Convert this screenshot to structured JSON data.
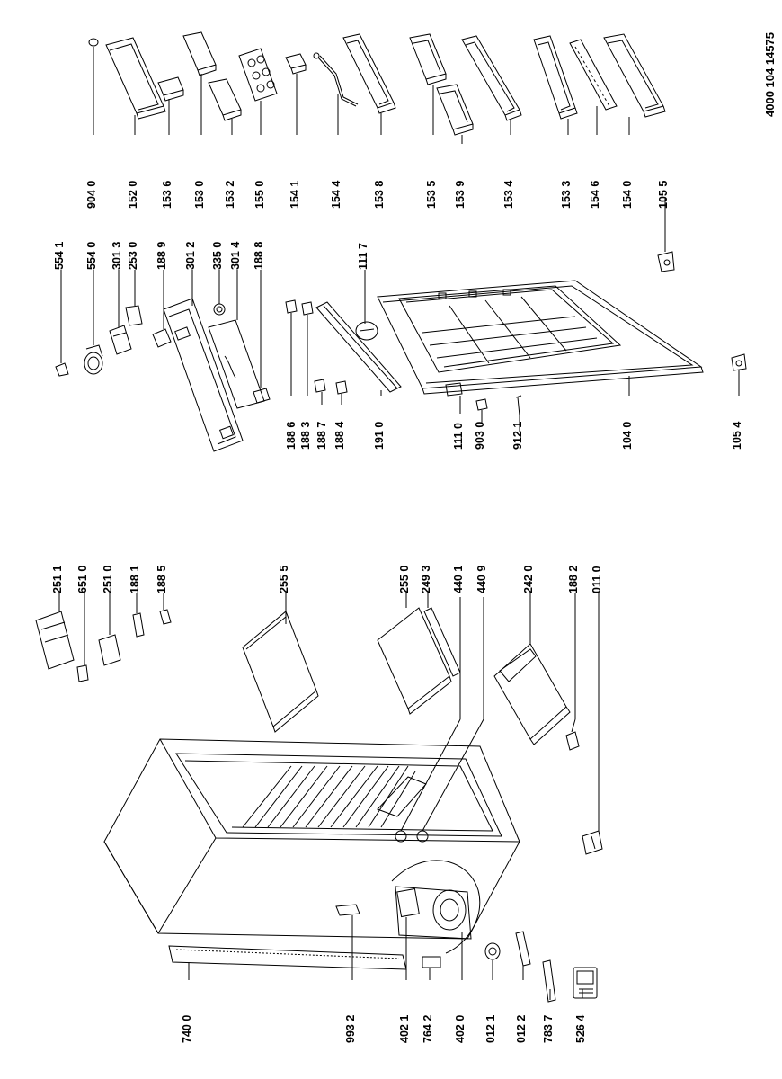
{
  "document_number": "4000 104 14575",
  "parts": [
    {
      "id": "p904-0",
      "label": "904 0"
    },
    {
      "id": "p152-0",
      "label": "152 0"
    },
    {
      "id": "p153-6",
      "label": "153 6"
    },
    {
      "id": "p153-0",
      "label": "153 0"
    },
    {
      "id": "p153-2",
      "label": "153 2"
    },
    {
      "id": "p155-0",
      "label": "155 0"
    },
    {
      "id": "p154-1",
      "label": "154 1"
    },
    {
      "id": "p154-4",
      "label": "154 4"
    },
    {
      "id": "p153-8",
      "label": "153 8"
    },
    {
      "id": "p153-5",
      "label": "153 5"
    },
    {
      "id": "p153-9",
      "label": "153 9"
    },
    {
      "id": "p153-4",
      "label": "153 4"
    },
    {
      "id": "p153-3",
      "label": "153 3"
    },
    {
      "id": "p154-6",
      "label": "154 6"
    },
    {
      "id": "p154-0",
      "label": "154 0"
    },
    {
      "id": "p105-5",
      "label": "105 5"
    },
    {
      "id": "p554-1",
      "label": "554 1"
    },
    {
      "id": "p554-0",
      "label": "554 0"
    },
    {
      "id": "p301-3",
      "label": "301 3"
    },
    {
      "id": "p253-0",
      "label": "253 0"
    },
    {
      "id": "p188-9",
      "label": "188 9"
    },
    {
      "id": "p301-2",
      "label": "301 2"
    },
    {
      "id": "p335-0",
      "label": "335 0"
    },
    {
      "id": "p301-4",
      "label": "301 4"
    },
    {
      "id": "p188-8",
      "label": "188 8"
    },
    {
      "id": "p111-7",
      "label": "111 7"
    },
    {
      "id": "p188-6",
      "label": "188 6"
    },
    {
      "id": "p188-3",
      "label": "188 3"
    },
    {
      "id": "p188-7",
      "label": "188 7"
    },
    {
      "id": "p188-4",
      "label": "188 4"
    },
    {
      "id": "p191-0",
      "label": "191 0"
    },
    {
      "id": "p111-0",
      "label": "111 0"
    },
    {
      "id": "p903-0",
      "label": "903 0"
    },
    {
      "id": "p912-1",
      "label": "912 1"
    },
    {
      "id": "p104-0",
      "label": "104 0"
    },
    {
      "id": "p105-4",
      "label": "105 4"
    },
    {
      "id": "p251-1",
      "label": "251 1"
    },
    {
      "id": "p651-0",
      "label": "651 0"
    },
    {
      "id": "p251-0",
      "label": "251 0"
    },
    {
      "id": "p188-1",
      "label": "188 1"
    },
    {
      "id": "p188-5",
      "label": "188 5"
    },
    {
      "id": "p255-5",
      "label": "255 5"
    },
    {
      "id": "p255-0",
      "label": "255 0"
    },
    {
      "id": "p249-3",
      "label": "249 3"
    },
    {
      "id": "p440-1",
      "label": "440 1"
    },
    {
      "id": "p440-9",
      "label": "440 9"
    },
    {
      "id": "p242-0",
      "label": "242 0"
    },
    {
      "id": "p188-2",
      "label": "188 2"
    },
    {
      "id": "p011-0",
      "label": "011 0"
    },
    {
      "id": "p740-0",
      "label": "740 0"
    },
    {
      "id": "p993-2",
      "label": "993 2"
    },
    {
      "id": "p402-1",
      "label": "402 1"
    },
    {
      "id": "p764-2",
      "label": "764 2"
    },
    {
      "id": "p402-0",
      "label": "402 0"
    },
    {
      "id": "p012-1",
      "label": "012 1"
    },
    {
      "id": "p012-2",
      "label": "012 2"
    },
    {
      "id": "p783-7",
      "label": "783 7"
    },
    {
      "id": "p526-4",
      "label": "526 4"
    }
  ]
}
